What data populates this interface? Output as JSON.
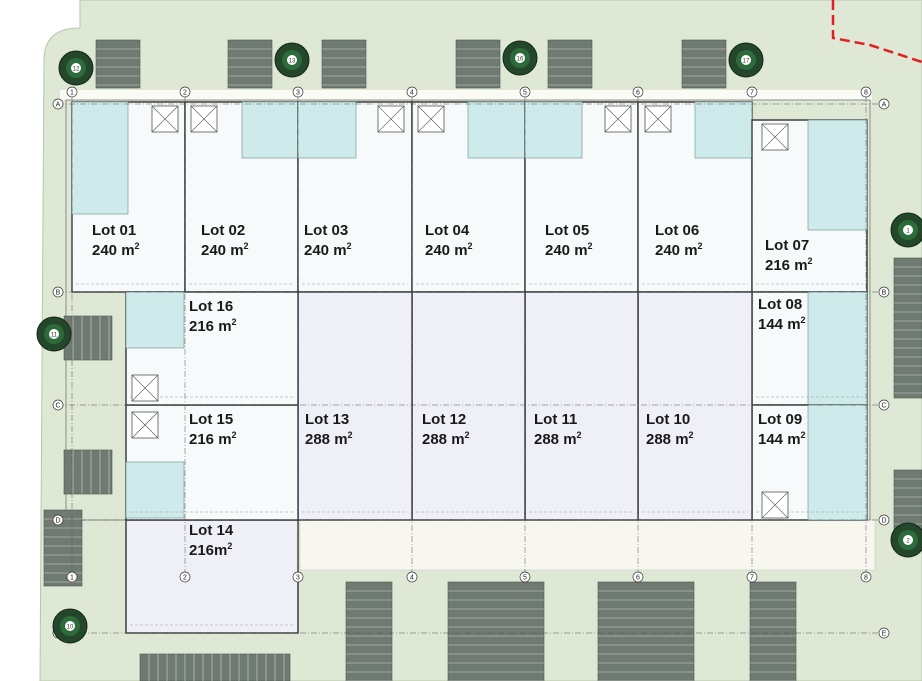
{
  "lots": [
    {
      "id": "01",
      "name": "Lot 01",
      "area": "240 m",
      "sup": "2"
    },
    {
      "id": "02",
      "name": "Lot 02",
      "area": "240 m",
      "sup": "2"
    },
    {
      "id": "03",
      "name": "Lot 03",
      "area": "240 m",
      "sup": "2"
    },
    {
      "id": "04",
      "name": "Lot 04",
      "area": "240 m",
      "sup": "2"
    },
    {
      "id": "05",
      "name": "Lot 05",
      "area": "240 m",
      "sup": "2"
    },
    {
      "id": "06",
      "name": "Lot 06",
      "area": "240 m",
      "sup": "2"
    },
    {
      "id": "07",
      "name": "Lot 07",
      "area": "216 m",
      "sup": "2"
    },
    {
      "id": "08",
      "name": "Lot 08",
      "area": "144 m",
      "sup": "2"
    },
    {
      "id": "09",
      "name": "Lot 09",
      "area": "144 m",
      "sup": "2"
    },
    {
      "id": "10",
      "name": "Lot 10",
      "area": "288 m",
      "sup": "2"
    },
    {
      "id": "11",
      "name": "Lot 11",
      "area": "288 m",
      "sup": "2"
    },
    {
      "id": "12",
      "name": "Lot 12",
      "area": "288 m",
      "sup": "2"
    },
    {
      "id": "13",
      "name": "Lot 13",
      "area": "288 m",
      "sup": "2"
    },
    {
      "id": "14",
      "name": "Lot 14",
      "area": "216m",
      "sup": "2"
    },
    {
      "id": "15",
      "name": "Lot 15",
      "area": "216 m",
      "sup": "2"
    },
    {
      "id": "16",
      "name": "Lot 16",
      "area": "216 m",
      "sup": "2"
    }
  ],
  "grid_axes": {
    "numbers": [
      "1",
      "2",
      "3",
      "4",
      "5",
      "6",
      "7",
      "8"
    ],
    "letters": [
      "A",
      "B",
      "C",
      "D",
      "E"
    ]
  },
  "trees": [
    "12",
    "13",
    "16",
    "17",
    "11",
    "10",
    "1",
    "2"
  ],
  "colors": {
    "site_green": "#dfe8d4",
    "road_white": "#ffffff",
    "office_blue": "#cfeaea",
    "warehouse_lavender": "#efeff7",
    "building_pale": "#f6fafa",
    "parking": "#6f7a72",
    "tree": "#2e6b3a",
    "boundary_red": "#e02020"
  }
}
